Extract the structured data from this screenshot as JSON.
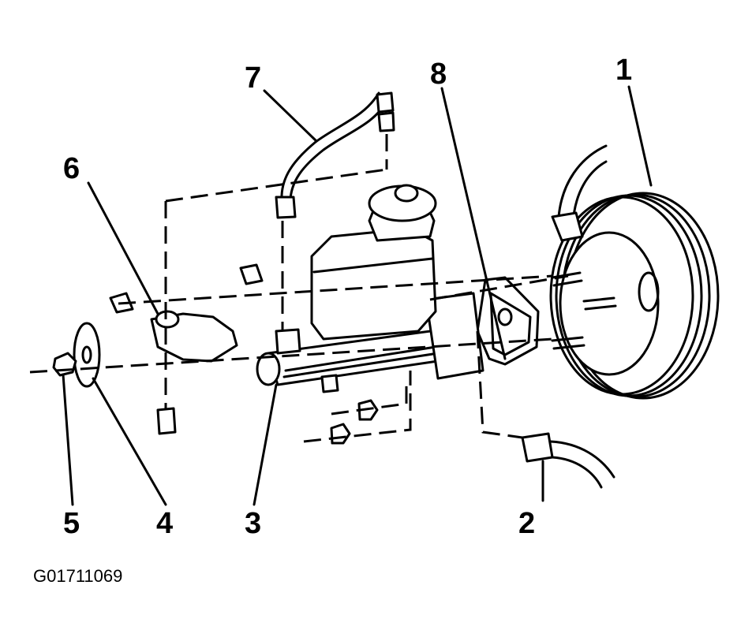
{
  "callouts": {
    "c1": "1",
    "c2": "2",
    "c3": "3",
    "c4": "4",
    "c5": "5",
    "c6": "6",
    "c7": "7",
    "c8": "8"
  },
  "figure_id": "G01711069"
}
